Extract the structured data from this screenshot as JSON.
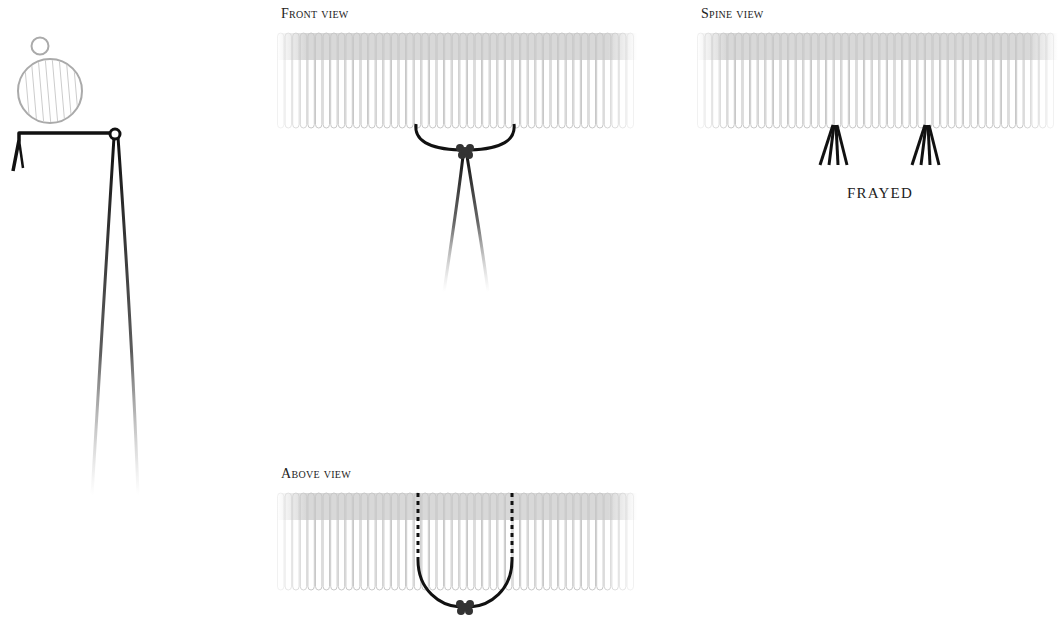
{
  "diagram": {
    "labels": [
      "Front view",
      "Spine view",
      "FRAYED",
      "Above view"
    ]
  }
}
